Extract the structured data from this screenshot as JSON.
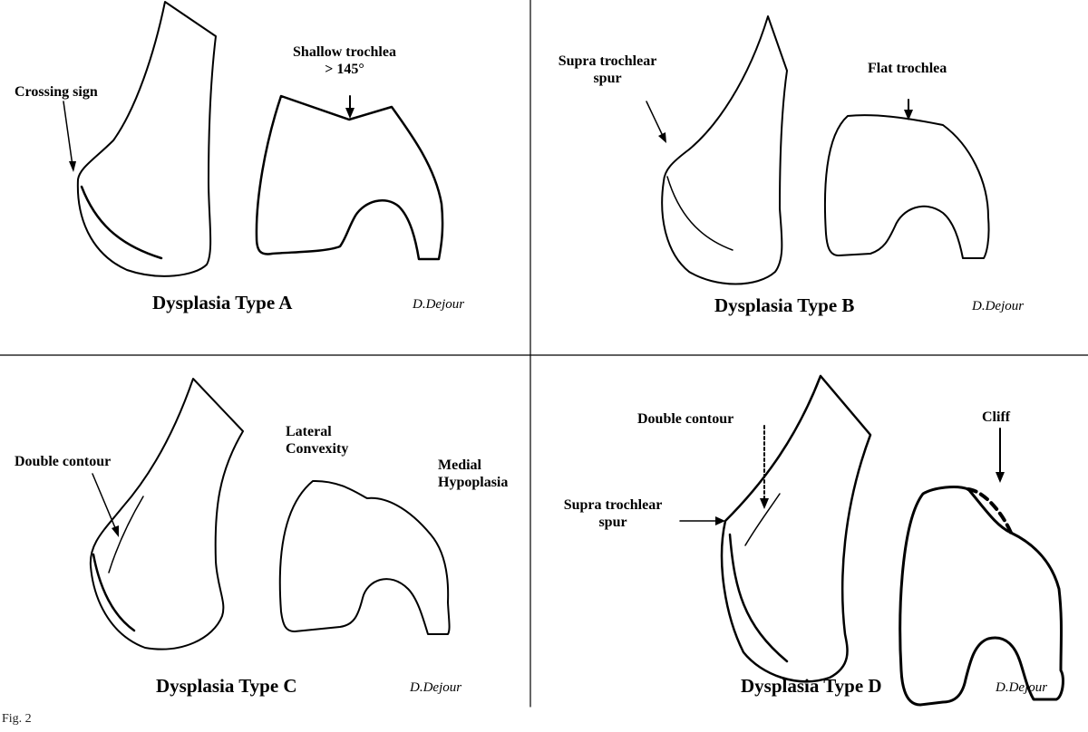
{
  "panels": [
    {
      "title": "Dysplasia Type A",
      "signature": "D.Dejour",
      "labels": {
        "crossing_sign": "Crossing sign",
        "shallow_line1": "Shallow trochlea",
        "shallow_line2": "> 145°"
      }
    },
    {
      "title": "Dysplasia Type B",
      "signature": "D.Dejour",
      "labels": {
        "spur_line1": "Supra trochlear",
        "spur_line2": "spur",
        "flat": "Flat trochlea"
      }
    },
    {
      "title": "Dysplasia Type C",
      "signature": "D.Dejour",
      "labels": {
        "double_contour": "Double contour",
        "lateral_line1": "Lateral",
        "lateral_line2": "Convexity",
        "medial_line1": "Medial",
        "medial_line2": "Hypoplasia"
      }
    },
    {
      "title": "Dysplasia Type D",
      "signature": "D.Dejour",
      "labels": {
        "double_contour": "Double contour",
        "spur_line1": "Supra trochlear",
        "spur_line2": "spur",
        "cliff": "Cliff"
      }
    }
  ],
  "caption": "Fig. 2"
}
